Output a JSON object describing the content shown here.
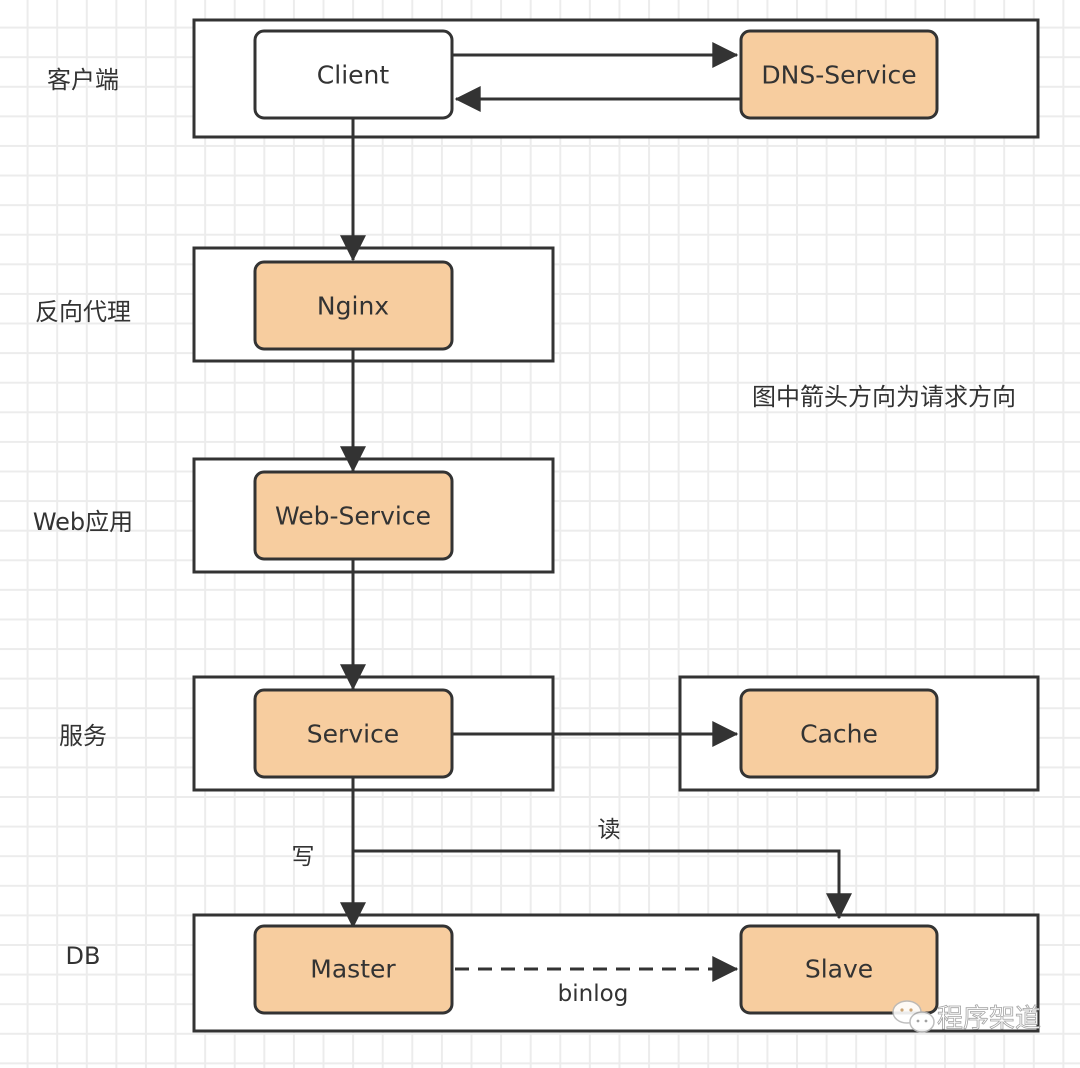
{
  "diagram": {
    "note": "图中箭头方向为请求方向",
    "colors": {
      "node_fill_primary": "#f7cd9f",
      "node_fill_client": "#ffffff",
      "stroke": "#333333",
      "grid": "#ececec"
    },
    "lanes": [
      {
        "id": "client",
        "label": "客户端"
      },
      {
        "id": "proxy",
        "label": "反向代理"
      },
      {
        "id": "web",
        "label": "Web应用"
      },
      {
        "id": "service",
        "label": "服务"
      },
      {
        "id": "db",
        "label": "DB"
      }
    ],
    "nodes": [
      {
        "id": "client",
        "label": "Client",
        "lane": "client",
        "style": "plain"
      },
      {
        "id": "dns",
        "label": "DNS-Service",
        "lane": "client",
        "style": "primary"
      },
      {
        "id": "nginx",
        "label": "Nginx",
        "lane": "proxy",
        "style": "primary"
      },
      {
        "id": "webservice",
        "label": "Web-Service",
        "lane": "web",
        "style": "primary"
      },
      {
        "id": "service",
        "label": "Service",
        "lane": "service",
        "style": "primary"
      },
      {
        "id": "cache",
        "label": "Cache",
        "lane": "service",
        "style": "primary"
      },
      {
        "id": "master",
        "label": "Master",
        "lane": "db",
        "style": "primary"
      },
      {
        "id": "slave",
        "label": "Slave",
        "lane": "db",
        "style": "primary"
      }
    ],
    "edges": [
      {
        "from": "client",
        "to": "dns",
        "label": "",
        "style": "solid"
      },
      {
        "from": "dns",
        "to": "client",
        "label": "",
        "style": "solid"
      },
      {
        "from": "client",
        "to": "nginx",
        "label": "",
        "style": "solid"
      },
      {
        "from": "nginx",
        "to": "webservice",
        "label": "",
        "style": "solid"
      },
      {
        "from": "webservice",
        "to": "service",
        "label": "",
        "style": "solid"
      },
      {
        "from": "service",
        "to": "cache",
        "label": "",
        "style": "solid"
      },
      {
        "from": "service",
        "to": "master",
        "label": "写",
        "style": "solid"
      },
      {
        "from": "service",
        "to": "slave",
        "label": "读",
        "style": "solid"
      },
      {
        "from": "master",
        "to": "slave",
        "label": "binlog",
        "style": "dashed"
      }
    ],
    "watermark": {
      "icon": "wechat-icon",
      "text": "程序架道"
    }
  }
}
